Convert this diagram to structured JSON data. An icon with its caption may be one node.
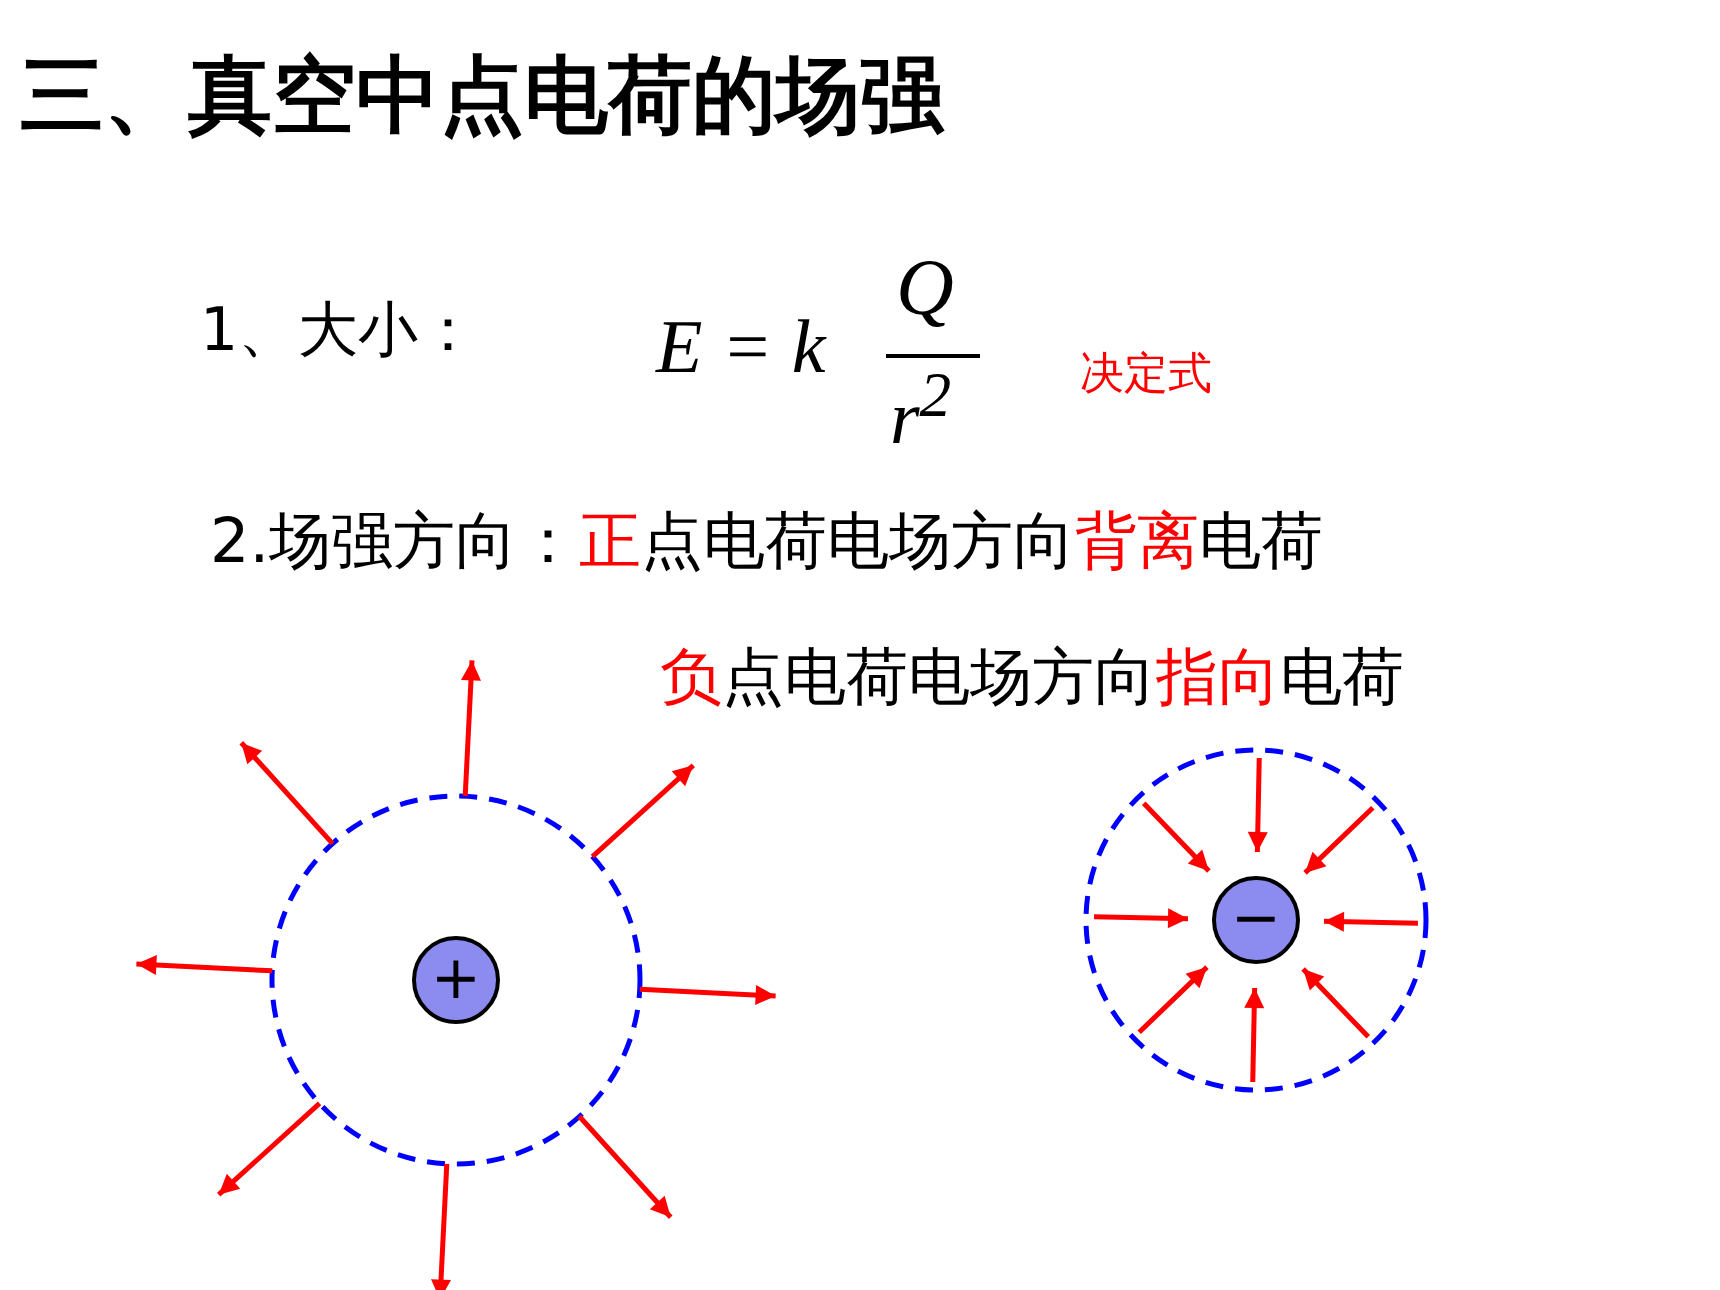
{
  "diagram": {
    "title": "三、真空中点电荷的场强",
    "nodes": [
      {
        "text": [
          "+"
        ]
      },
      {
        "text": [
          "−"
        ]
      }
    ],
    "edges": [],
    "labels": [
      "1、大小：",
      "E = k",
      "Q",
      "r$^{2}$",
      "决定式",
      "2.场强方向：**正**点电荷电场方向**背离**电荷",
      "**负**点电荷电场方向**指向**电荷"
    ]
  }
}
